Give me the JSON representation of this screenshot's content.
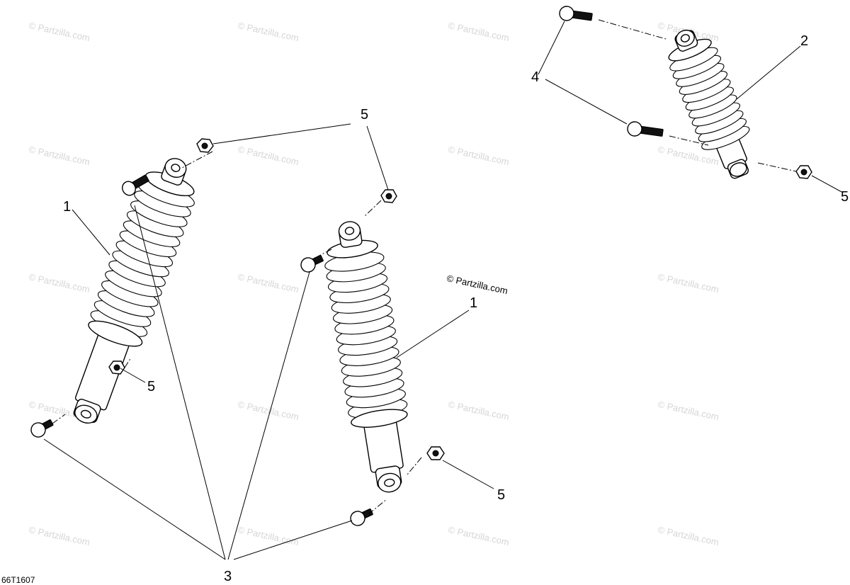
{
  "diagram": {
    "code": "66T1607",
    "copyright": "© Partzilla.com",
    "watermark": "© Partzilla.com",
    "callouts": {
      "shock_left": "1",
      "shock_middle": "1",
      "shock_right": "2",
      "bolts": "3",
      "bolts_right": "4",
      "nuts_top": "5",
      "nut_left": "5",
      "nut_middle": "5",
      "nut_right": "5"
    }
  }
}
